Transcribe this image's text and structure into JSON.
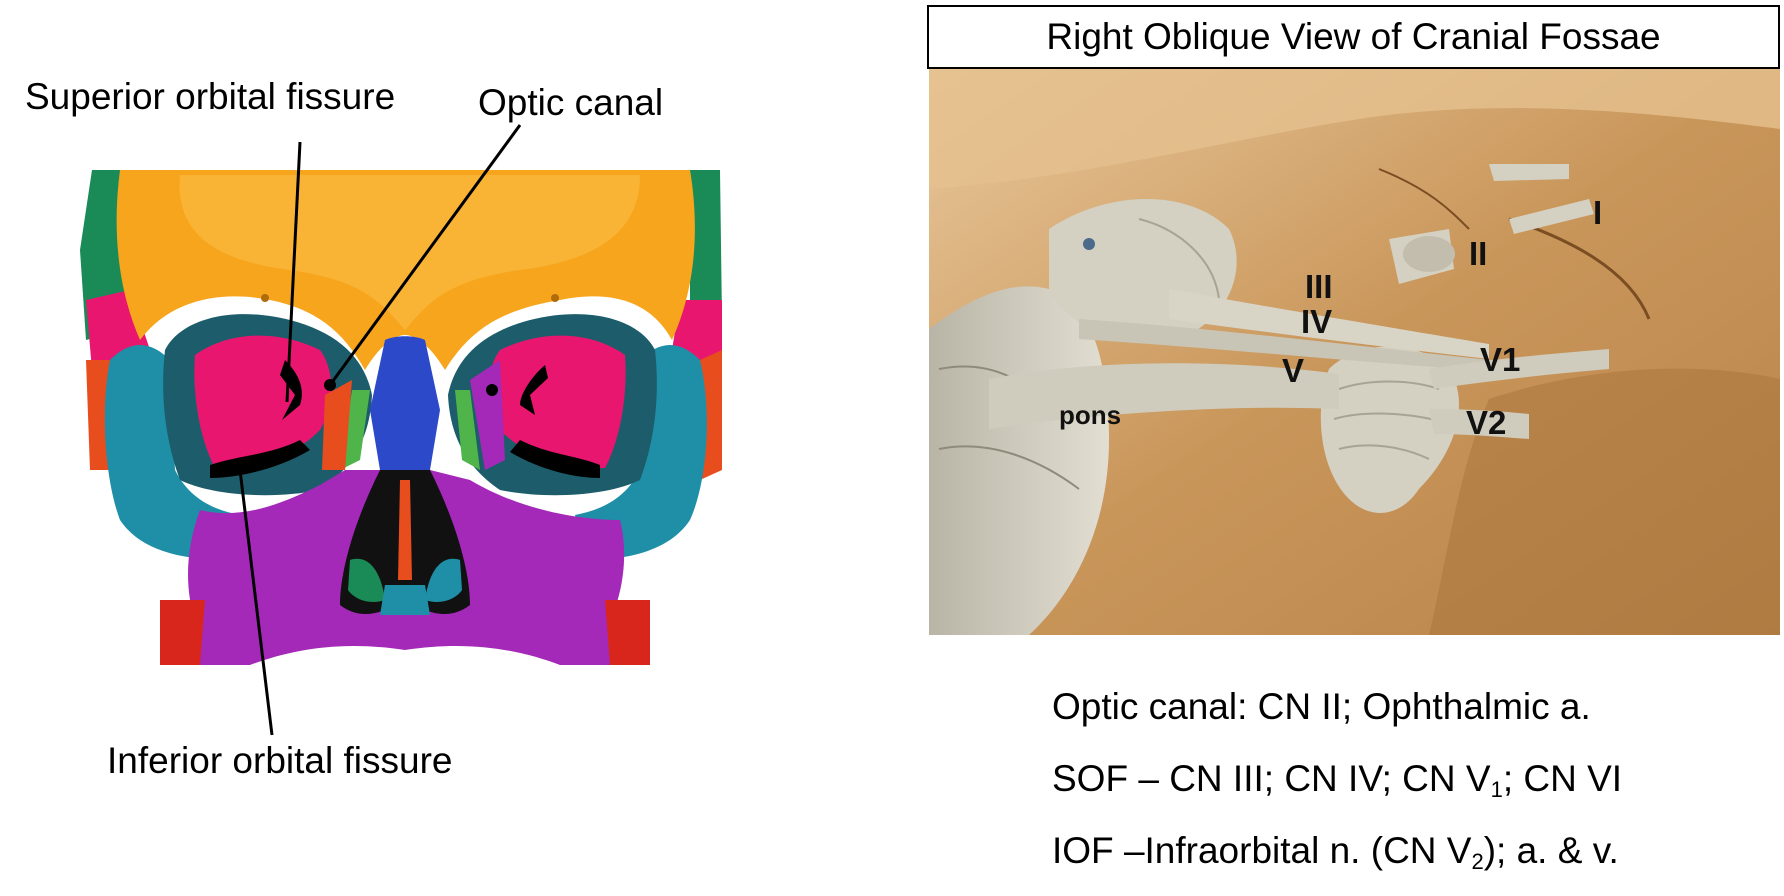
{
  "left_figure": {
    "labels": {
      "superior_orbital_fissure": "Superior orbital fissure",
      "optic_canal": "Optic canal",
      "inferior_orbital_fissure": "Inferior orbital fissure"
    },
    "colors": {
      "frontal": "#f7a51c",
      "frontal_light": "#fbc14a",
      "sphenoid": "#e8166f",
      "zygomatic": "#1f8fa8",
      "maxilla": "#a429b8",
      "nasal": "#2b49c9",
      "ethmoid": "#e84e1d",
      "lacrimal": "#4fb54a",
      "parietal": "#1a8a57",
      "mandible_ramus": "#d9261c",
      "fissure": "#000000"
    }
  },
  "right_figure": {
    "title": "Right Oblique View of Cranial Fossae",
    "nerve_labels": {
      "I": "I",
      "II": "II",
      "III": "III",
      "IV": "IV",
      "V": "V",
      "V1": "V1",
      "V2": "V2",
      "pons": "pons"
    },
    "colors": {
      "bone": "#c9965a",
      "bone_light": "#e8c79a",
      "nerve_tissue": "#d4d0c2",
      "nerve_shadow": "#a8a393"
    }
  },
  "captions": {
    "optic": "Optic canal:  CN II; Ophthalmic a.",
    "sof_prefix": "SOF – CN III; CN IV; CN V",
    "sof_sub": "1",
    "sof_suffix": "; CN VI",
    "iof_prefix": "IOF –Infraorbital n. (CN V",
    "iof_sub": "2",
    "iof_suffix": "); a. & v."
  }
}
